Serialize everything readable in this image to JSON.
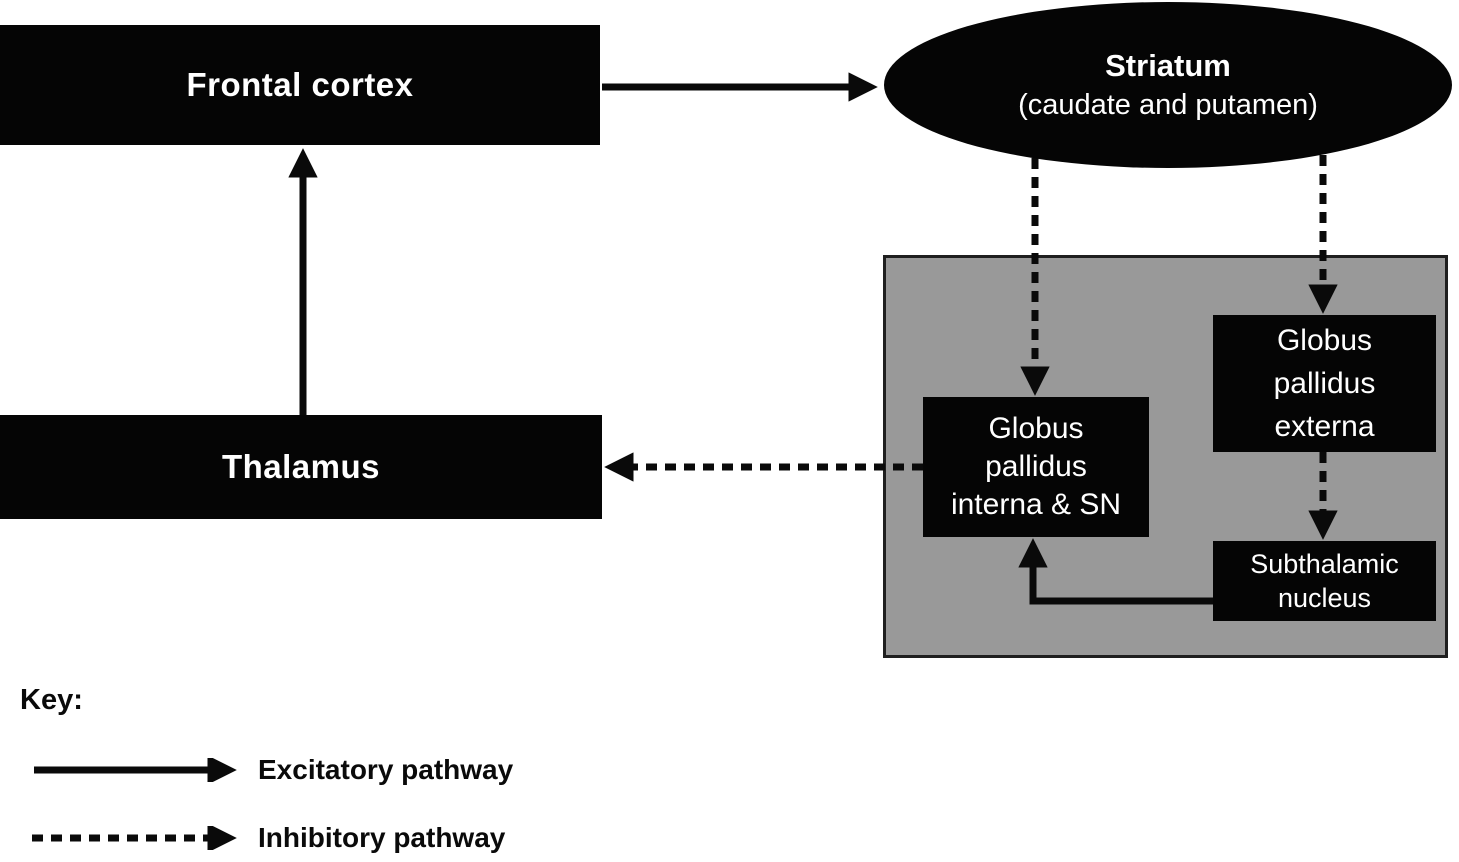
{
  "nodes": {
    "frontal_cortex": {
      "label": "Frontal cortex"
    },
    "striatum": {
      "title": "Striatum",
      "subtitle": "(caudate and putamen)"
    },
    "thalamus": {
      "label": "Thalamus"
    },
    "globus_pallidus_interna": {
      "lines": [
        "Globus",
        "pallidus",
        "interna & SN"
      ]
    },
    "globus_pallidus_externa": {
      "lines": [
        "Globus",
        "pallidus",
        "externa"
      ]
    },
    "subthalamic_nucleus": {
      "lines": [
        "Subthalamic",
        "nucleus"
      ]
    }
  },
  "key": {
    "title": "Key:",
    "entries": [
      {
        "style": "solid",
        "label": "Excitatory pathway"
      },
      {
        "style": "dashed",
        "label": "Inhibitory pathway"
      }
    ]
  },
  "edges": [
    {
      "from": "frontal_cortex",
      "to": "striatum",
      "type": "excitatory"
    },
    {
      "from": "thalamus",
      "to": "frontal_cortex",
      "type": "excitatory"
    },
    {
      "from": "striatum",
      "to": "globus_pallidus_interna",
      "type": "inhibitory"
    },
    {
      "from": "striatum",
      "to": "globus_pallidus_externa",
      "type": "inhibitory"
    },
    {
      "from": "globus_pallidus_externa",
      "to": "subthalamic_nucleus",
      "type": "inhibitory"
    },
    {
      "from": "subthalamic_nucleus",
      "to": "globus_pallidus_interna",
      "type": "excitatory"
    },
    {
      "from": "globus_pallidus_interna",
      "to": "thalamus",
      "type": "inhibitory"
    }
  ],
  "colors": {
    "node_fill": "#050505",
    "node_text": "#ffffff",
    "group_fill": "#999999",
    "group_border": "#1f1f1f",
    "arrow": "#0a0a0a",
    "background": "#ffffff"
  }
}
